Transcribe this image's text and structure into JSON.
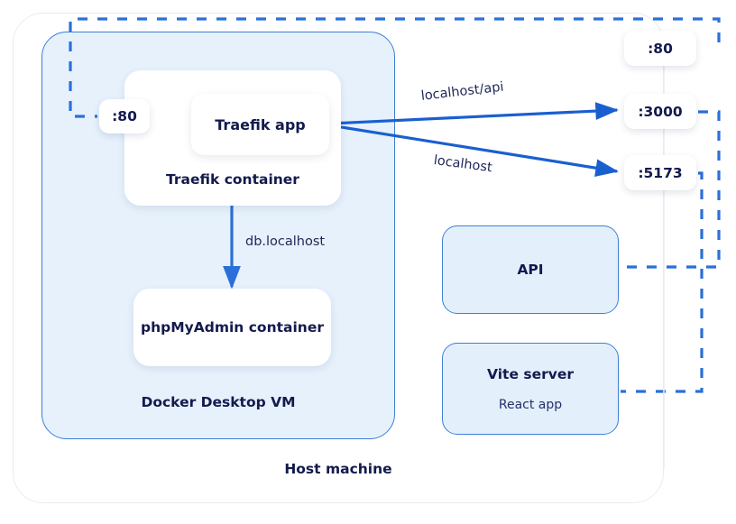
{
  "diagram": {
    "title": "Docker Desktop / Traefik routing diagram",
    "colors": {
      "accent_blue": "#1a5fd0",
      "border_blue": "#3c7fd6",
      "vm_fill": "#e6f1fc",
      "card_fill": "#e3f0fc",
      "text_navy": "#131a4d",
      "host_border": "#ebecef"
    }
  },
  "host": {
    "label": "Host machine"
  },
  "vm": {
    "label": "Docker Desktop VM"
  },
  "traefik": {
    "container_label": "Traefik container",
    "app_label": "Traefik app",
    "inbound_port": ":80"
  },
  "phpmyadmin": {
    "container_label": "phpMyAdmin container"
  },
  "ports": [
    {
      "name": "port-80",
      "label": ":80"
    },
    {
      "name": "port-3000",
      "label": ":3000"
    },
    {
      "name": "port-5173",
      "label": ":5173"
    }
  ],
  "services": {
    "api": {
      "title": "API"
    },
    "vite": {
      "title": "Vite server",
      "subtitle": "React app"
    }
  },
  "edges": [
    {
      "name": "edge-api",
      "label": "localhost/api"
    },
    {
      "name": "edge-localhost",
      "label": "localhost"
    },
    {
      "name": "edge-db",
      "label": "db.localhost"
    }
  ]
}
